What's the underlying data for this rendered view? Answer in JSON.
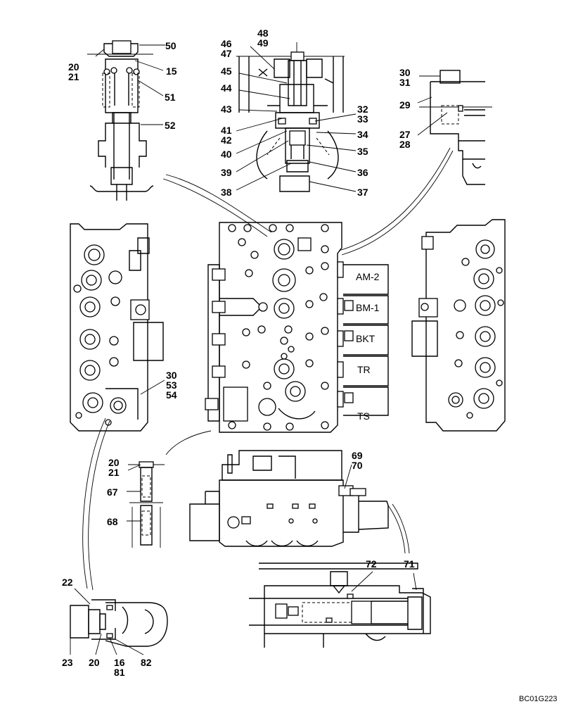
{
  "callouts": {
    "top_left": [
      "50",
      "20",
      "21",
      "15",
      "51",
      "52"
    ],
    "top_center": [
      "48",
      "49",
      "46",
      "47",
      "45",
      "44",
      "43",
      "41",
      "42",
      "40",
      "39",
      "38",
      "32",
      "33",
      "34",
      "35",
      "36",
      "37"
    ],
    "top_right": [
      "30",
      "31",
      "29",
      "27",
      "28"
    ],
    "left_valve": [
      "30",
      "53",
      "54"
    ],
    "middle_left": [
      "20",
      "21",
      "67",
      "68"
    ],
    "middle_right": [
      "69",
      "70"
    ],
    "bottom_right": [
      "72",
      "71"
    ],
    "bottom_left": [
      "22",
      "23",
      "20",
      "16",
      "81",
      "82"
    ]
  },
  "section_labels": [
    "AM-2",
    "BM-1",
    "BKT",
    "TR",
    "TS"
  ],
  "drawing_code": "BC01G223"
}
